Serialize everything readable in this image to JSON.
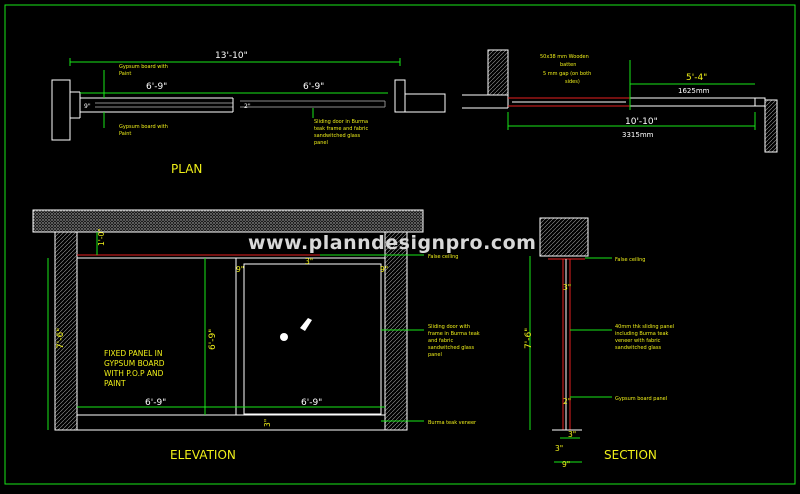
{
  "watermark": "www.planndesignpro.com",
  "plan": {
    "title": "PLAN",
    "overall_dim": "13'-10\"",
    "left_dim": "6'-9\"",
    "right_dim": "6'-9\"",
    "gypsum_top": [
      "Gypsum board with",
      "Paint"
    ],
    "gypsum_bottom": [
      "Gypsum board with",
      "Paint"
    ],
    "thickness_left": "9\"",
    "thickness_right": "2\"",
    "door_note": [
      "Sliding door in Burma",
      "teak frame and fabric",
      "sandwitched glass",
      "panel"
    ]
  },
  "plan_detail": {
    "batten_note": [
      "50x38 mm Wooden",
      "batten",
      "5 mm gap (on both",
      "sides)"
    ],
    "dim_top": "5'-4\"",
    "dim_top_mm": "1625mm",
    "dim_bottom": "10'-10\"",
    "dim_bottom_mm": "3315mm"
  },
  "elevation": {
    "title": "ELEVATION",
    "top_dim": "1'-0\"",
    "height_left": "7'-6\"",
    "height_inner": "6'-9\"",
    "fixed_panel": [
      "FIXED PANEL IN",
      "GYPSUM BOARD",
      "WITH P.O.P AND",
      "PAINT"
    ],
    "left_width": "6'-9\"",
    "right_width": "6'-9\"",
    "gap_top_left": "9\"",
    "gap_top_mid": "3\"",
    "gap_top_right": "9\"",
    "gap_bottom": "3\"",
    "false_ceiling": "False ceiling",
    "door_note": [
      "Sliding door with",
      "frame in Burma teak",
      "and fabric",
      "sandwitched glass",
      "panel"
    ],
    "veneer": "Burma teak veneer"
  },
  "section": {
    "title": "SECTION",
    "height": "7'-6\"",
    "false_ceiling": "False ceiling",
    "panel_note": [
      "40mm thk sliding panel",
      "including Burma teak",
      "veneer with fabric",
      "sandwitched glass"
    ],
    "gypsum": "Gypsum board panel",
    "top_dim": "3\"",
    "mid_dim": "2\"",
    "bottom_dim_a": "3\"",
    "bottom_dim_b": "3\"",
    "bottom_dim_total": "9\""
  }
}
